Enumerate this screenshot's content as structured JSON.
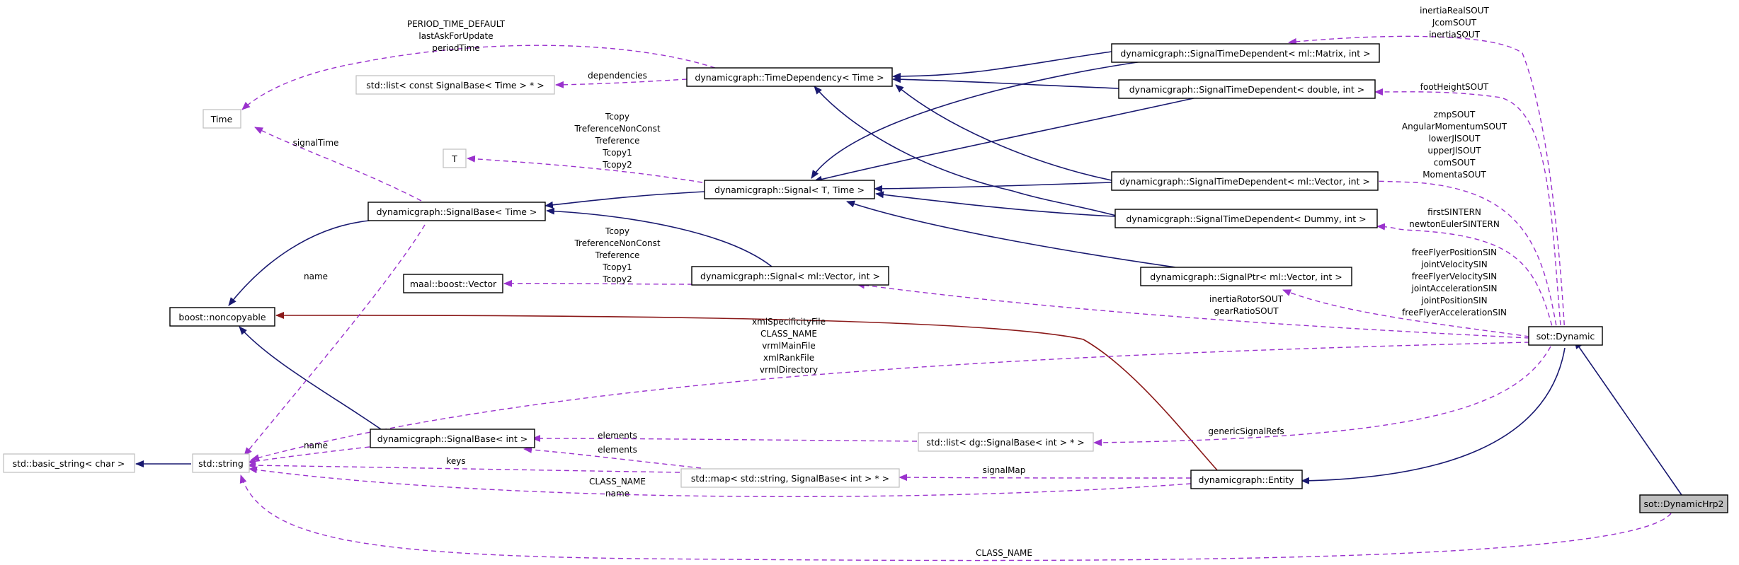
{
  "nodes": {
    "sot_dynamichrp2": "sot::DynamicHrp2",
    "sot_dynamic": "sot::Dynamic",
    "dg_entity": "dynamicgraph::Entity",
    "boost_noncopyable": "boost::noncopyable",
    "std_string": "std::string",
    "std_basic_string": "std::basic_string< char >",
    "time": "Time",
    "t": "T",
    "std_list_signalbase_time": "std::list< const SignalBase< Time > * >",
    "time_dependency": "dynamicgraph::TimeDependency< Time >",
    "signal_base_time": "dynamicgraph::SignalBase< Time >",
    "signal_t_time": "dynamicgraph::Signal< T, Time >",
    "maal_vector": "maal::boost::Vector",
    "signal_vector_int": "dynamicgraph::Signal< ml::Vector, int >",
    "signal_base_int": "dynamicgraph::SignalBase< int >",
    "std_list_dg_signalbase_int": "std::list< dg::SignalBase< int > * >",
    "std_map": "std::map< std::string, SignalBase< int > * >",
    "std_time_dep_matrix": "dynamicgraph::SignalTimeDependent< ml::Matrix, int >",
    "std_time_dep_double": "dynamicgraph::SignalTimeDependent< double, int >",
    "std_time_dep_vector": "dynamicgraph::SignalTimeDependent< ml::Vector, int >",
    "std_time_dep_dummy": "dynamicgraph::SignalTimeDependent< Dummy, int >",
    "signal_ptr_vector": "dynamicgraph::SignalPtr< ml::Vector, int >"
  },
  "edge_labels": {
    "matrix_members": [
      "inertiaRealSOUT",
      "JcomSOUT",
      "inertiaSOUT"
    ],
    "double_members": [
      "footHeightSOUT"
    ],
    "vector_members": [
      "zmpSOUT",
      "AngularMomentumSOUT",
      "lowerJlSOUT",
      "upperJlSOUT",
      "comSOUT",
      "MomentaSOUT"
    ],
    "dummy_members": [
      "firstSINTERN",
      "newtonEulerSINTERN"
    ],
    "signalptr_members": [
      "freeFlyerPositionSIN",
      "jointVelocitySIN",
      "freeFlyerVelocitySIN",
      "jointAccelerationSIN",
      "jointPositionSIN",
      "freeFlyerAccelerationSIN"
    ],
    "signal_vector_members": [
      "inertiaRotorSOUT",
      "gearRatioSOUT"
    ],
    "string_members": [
      "xmlSpecificityFile",
      "CLASS_NAME",
      "vrmlMainFile",
      "xmlRankFile",
      "vrmlDirectory"
    ],
    "time_members": [
      "PERIOD_TIME_DEFAULT",
      "lastAskForUpdate",
      "periodTime"
    ],
    "dependencies": "dependencies",
    "signal_time": "signalTime",
    "tparams_1": [
      "Tcopy",
      "TreferenceNonConst",
      "Treference",
      "Tcopy1",
      "Tcopy2"
    ],
    "tparams_2": [
      "Tcopy",
      "TreferenceNonConst",
      "Treference",
      "Tcopy1",
      "Tcopy2"
    ],
    "name_a": "name",
    "name_b": "name",
    "elements_a": "elements",
    "elements_b": "elements",
    "keys": "keys",
    "entity_string": [
      "CLASS_NAME",
      "name"
    ],
    "generic_signal_refs": "genericSignalRefs",
    "signal_map": "signalMap",
    "hrp2_class_name": "CLASS_NAME"
  },
  "colors": {
    "inheritance": "#191970",
    "usage": "#9a32cd",
    "template": "#bfbfbf",
    "private_inheritance": "#8b1a1a",
    "focus_fill": "#bfbfbf"
  }
}
